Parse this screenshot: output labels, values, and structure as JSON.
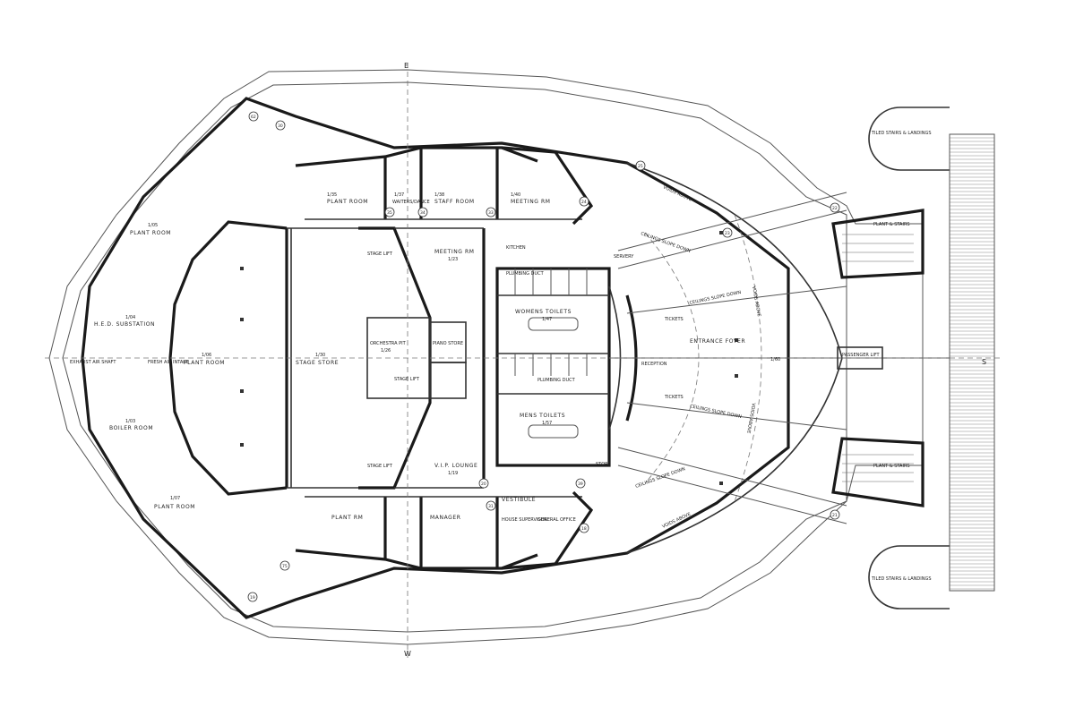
{
  "compass": {
    "top": "E",
    "bottom": "W",
    "right": "S"
  },
  "rooms": {
    "plant_room_top": "PLANT ROOM",
    "plant_room_top_no": "1/35",
    "waiters_no": "1/37",
    "waiters": "WAITERS/DANCE",
    "staff_room_no": "1/38",
    "staff_room": "STAFF ROOM",
    "meeting_rm_no": "1/40",
    "meeting_rm": "MEETING RM",
    "plant_room_nw_no": "1/05",
    "plant_room_nw": "PLANT ROOM",
    "hed_no": "1/04",
    "hed": "H.E.D. SUBSTATION",
    "exhaust": "EXHAUST AIR SHAFT",
    "fresh_air": "FRESH AIR INTAKE",
    "plant_room_mid_no": "1/06",
    "plant_room_mid": "PLANT ROOM",
    "boiler_no": "1/03",
    "boiler": "BOILER ROOM",
    "plant_room_sw_no": "1/07",
    "plant_room_sw": "PLANT ROOM",
    "stage_store_no": "1/30",
    "stage_store": "STAGE STORE",
    "stage_lift_1": "STAGE LIFT",
    "stage_lift_2": "STAGE LIFT",
    "stage_lift_3": "STAGE LIFT",
    "meeting_rm2": "MEETING RM",
    "meeting_rm2_no": "1/23",
    "orchestra_pit": "ORCHESTRA PIT",
    "orchestra_no": "1/26",
    "piano_store": "PIANO STORE",
    "vip_lounge": "V.I.P. LOUNGE",
    "vip_no": "1/19",
    "plant_rm_s": "PLANT RM",
    "manager_s": "MANAGER",
    "house_supervisor": "HOUSE SUPERVISOR",
    "general_office": "GENERAL OFFICE",
    "vestibule": "VESTIBULE",
    "kitchen": "KITCHEN",
    "plumbing_duct": "PLUMBING DUCT",
    "womens_toilets": "WOMENS TOILETS",
    "womens_no": "1/47",
    "mens_toilets": "MENS TOILETS",
    "mens_no": "1/57",
    "plumbing_duct_2": "PLUMBING DUCT",
    "entrance_foyer": "ENTRANCE FOYER",
    "foyer_no": "1/60",
    "passenger_lift": "PASSENGER LIFT",
    "reception": "RECEPTION",
    "tickets_1": "TICKETS",
    "tickets_2": "TICKETS",
    "store": "STORE",
    "servery": "SERVERY",
    "tiled_stairs_top": "TILED STAIRS & LANDINGS",
    "tiled_stairs_bottom": "TILED STAIRS & LANDINGS",
    "plant_stairs_top": "PLANT & STAIRS",
    "plant_stairs_bottom": "PLANT & STAIRS",
    "ceiling_1": "CEILINGS SLOPE DOWN",
    "ceiling_2": "CEILINGS SLOPE DOWN",
    "ceiling_3": "CEILINGS SLOPE DOWN",
    "ceiling_4": "CEILINGS SLOPE DOWN",
    "voids_1": "VOIDS ABOVE",
    "voids_2": "VOIDS ABOVE",
    "voids_3": "VOIDS ABOVE",
    "voids_4": "VOIDS ABOVE"
  }
}
